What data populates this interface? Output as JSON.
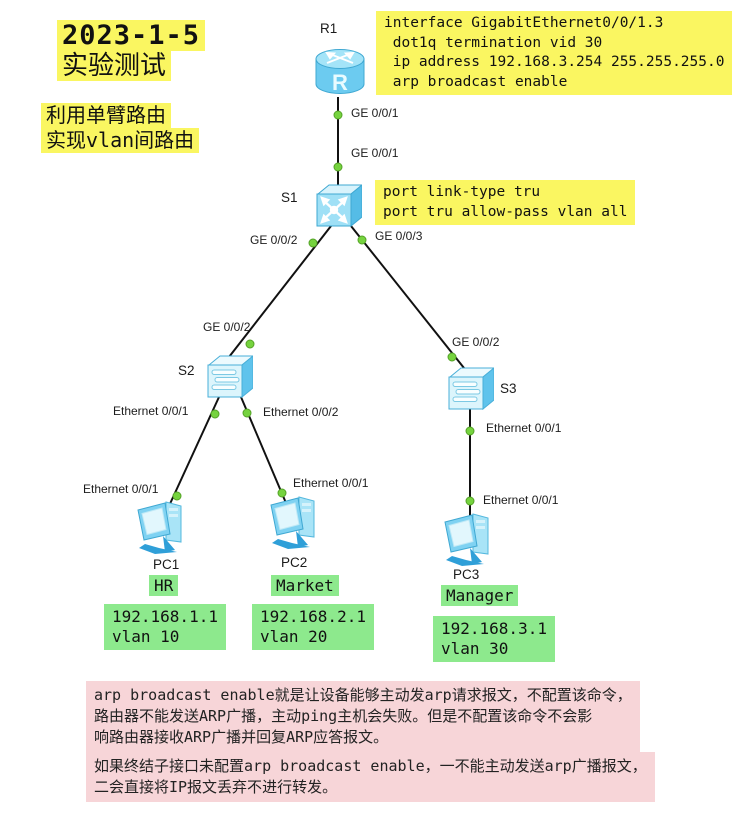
{
  "title": {
    "line1": "2023-1-5",
    "line2": "实验测试"
  },
  "subtitle": {
    "line1": "利用单臂路由",
    "line2": "实现vlan间路由"
  },
  "router_note": {
    "line1": "interface GigabitEthernet0/0/1.3",
    "line2": " dot1q termination vid 30",
    "line3": " ip address 192.168.3.254 255.255.255.0",
    "line4": " arp broadcast enable"
  },
  "switch_note": {
    "line1": "port link-type tru",
    "line2": "port tru allow-pass vlan all"
  },
  "devices": {
    "router": "R1",
    "switch1": "S1",
    "switch2": "S2",
    "switch3": "S3",
    "pc1": "PC1",
    "pc2": "PC2",
    "pc3": "PC3"
  },
  "ports": {
    "r1_ge": "GE 0/0/1",
    "s1_ge1": "GE 0/0/1",
    "s1_ge2": "GE 0/0/2",
    "s1_ge3": "GE 0/0/3",
    "s2_uplink": "GE 0/0/2",
    "s3_uplink": "GE 0/0/2",
    "s2_eth1": "Ethernet 0/0/1",
    "s2_eth2": "Ethernet 0/0/2",
    "pc1_eth": "Ethernet 0/0/1",
    "pc2_eth": "Ethernet 0/0/1",
    "s3_eth1": "Ethernet 0/0/1",
    "pc3_eth": "Ethernet 0/0/1"
  },
  "vlan_badges": {
    "pc1": "HR",
    "pc2": "Market",
    "pc3": "Manager"
  },
  "ip_boxes": {
    "pc1": {
      "ip": "192.168.1.1",
      "vlan": "vlan 10"
    },
    "pc2": {
      "ip": "192.168.2.1",
      "vlan": "vlan 20"
    },
    "pc3": {
      "ip": "192.168.3.1",
      "vlan": "vlan 30"
    }
  },
  "annotations": {
    "arp_note": {
      "line1": "arp broadcast enable就是让设备能够主动发arp请求报文，不配置该命令，",
      "line2": "路由器不能发送ARP广播，主动ping主机会失败。但是不配置该命令不会影",
      "line3": "响路由器接收ARP广播并回复ARP应答报文。"
    },
    "subif_note": {
      "line1": "如果终结子接口未配置arp broadcast enable，一不能主动发送arp广播报文，",
      "line2": "二会直接将IP报文丢弃不进行转发。"
    }
  },
  "colors": {
    "highlight_yellow": "#faf661",
    "note_pink": "#f7d5d8",
    "vlan_green": "#8de98d",
    "link_black": "#111111",
    "port_dot_green": "#76d33f",
    "device_blue": "#6cc9ee"
  }
}
